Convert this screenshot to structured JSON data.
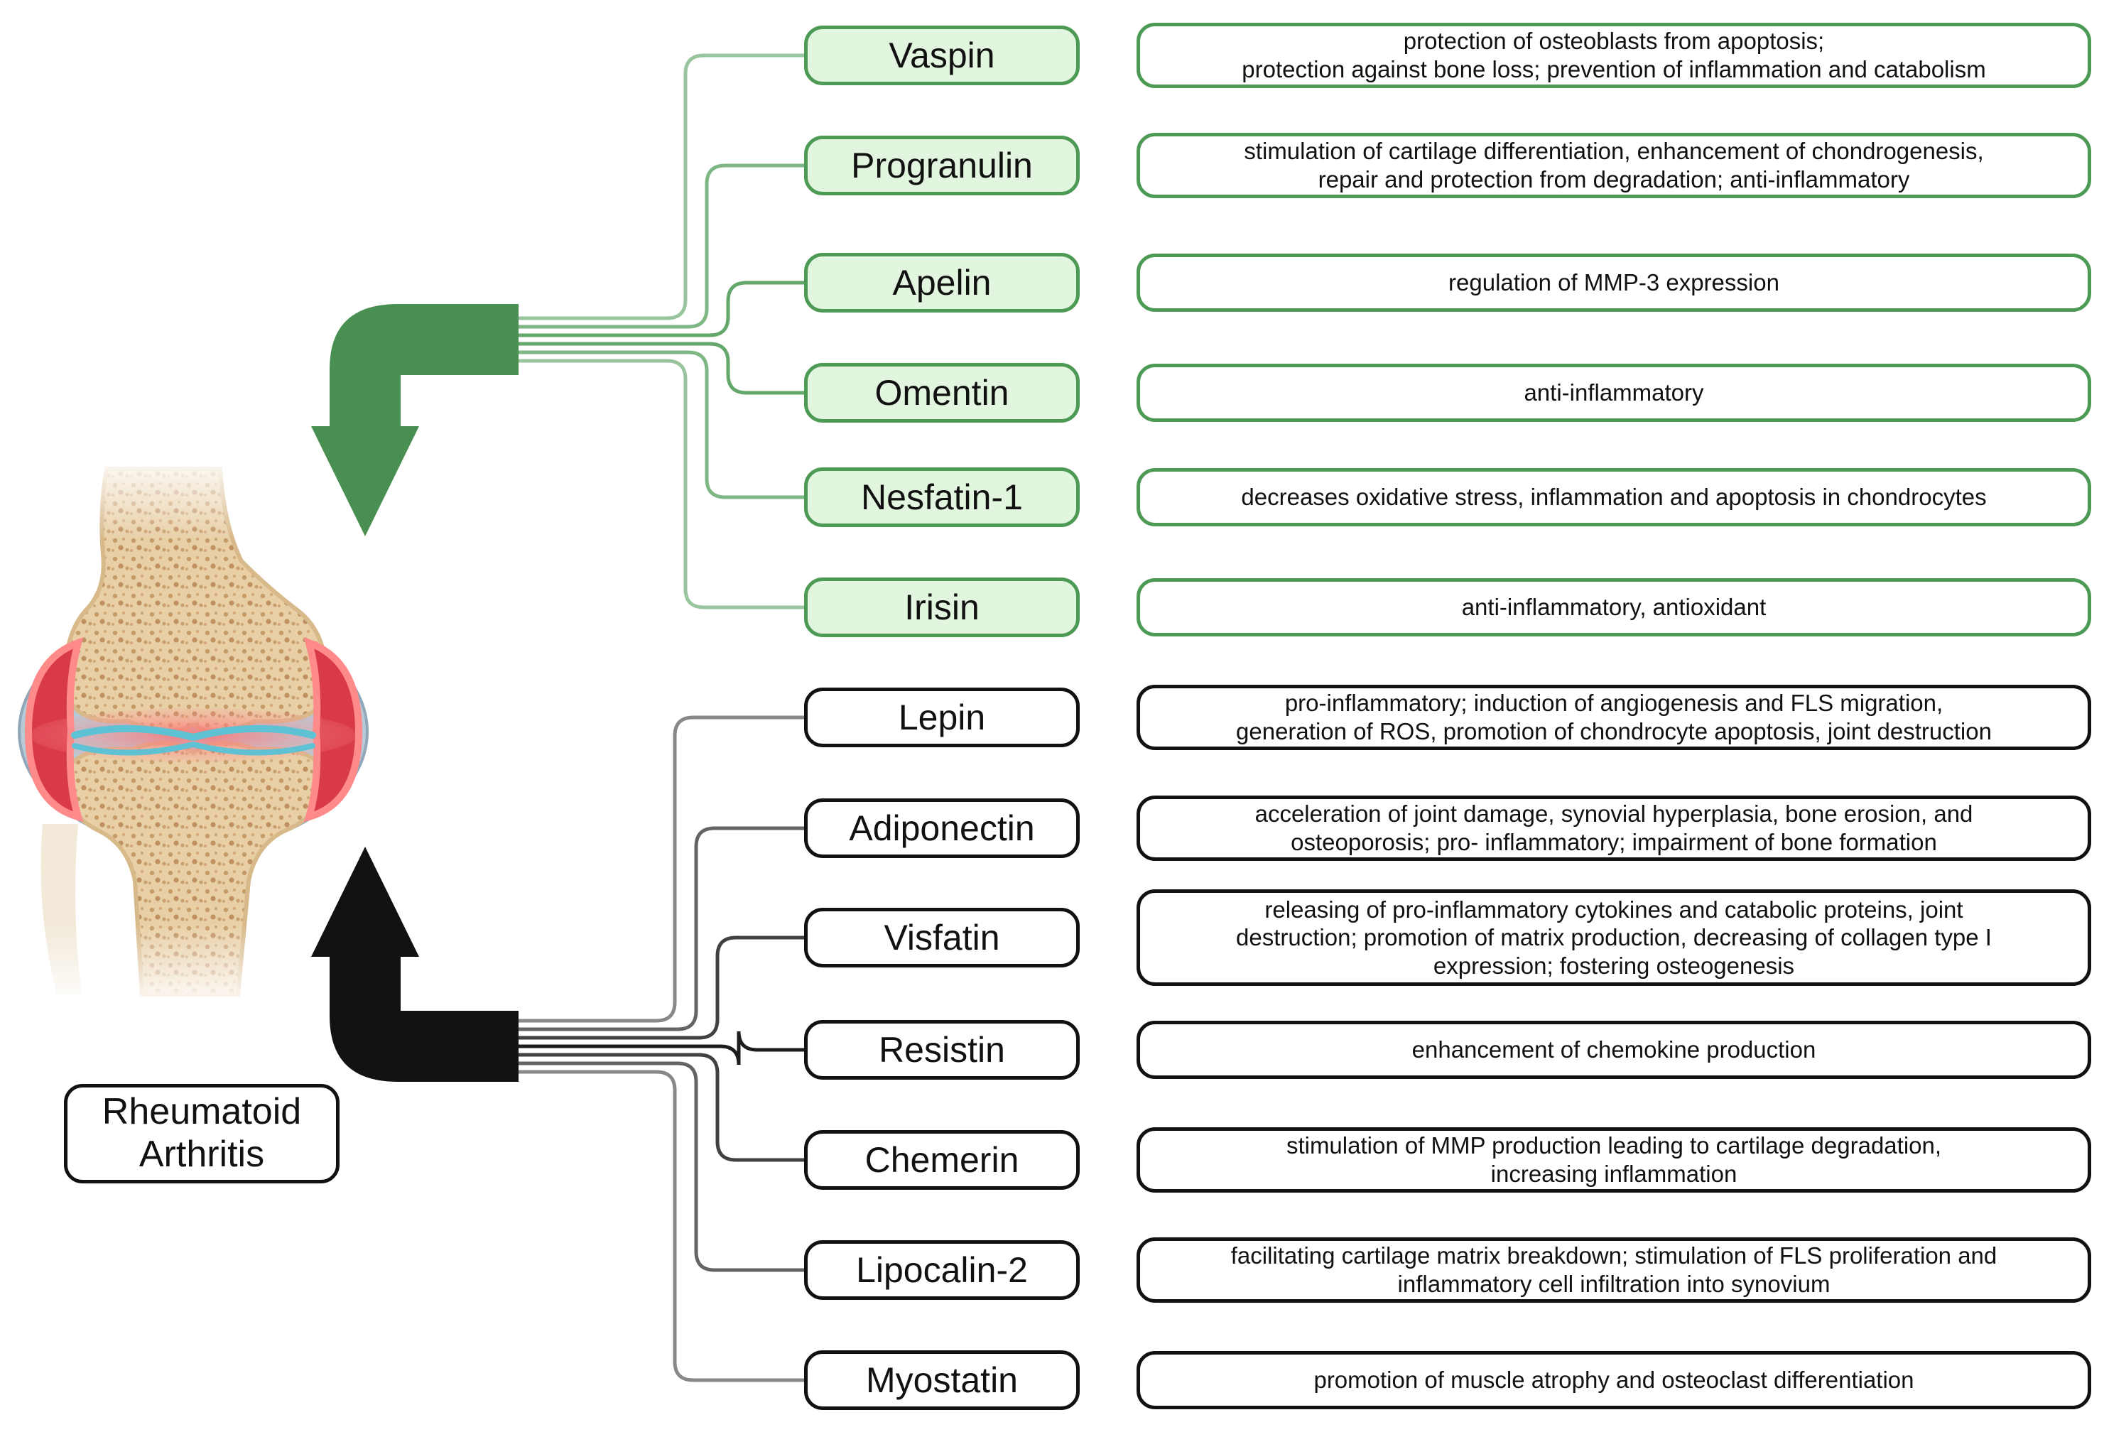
{
  "condition_label": "Rheumatoid Arthritis",
  "colors": {
    "protective": "#4d9a55",
    "protective_fill": "#e2f5df",
    "harmful": "#111111"
  },
  "protective_adipokines": [
    {
      "name": "Vaspin",
      "effect": "protection of osteoblasts from apoptosis;\nprotection against bone loss; prevention of inflammation and catabolism"
    },
    {
      "name": "Progranulin",
      "effect": "stimulation of cartilage differentiation, enhancement of chondrogenesis,\nrepair and protection from degradation; anti-inflammatory"
    },
    {
      "name": "Apelin",
      "effect": "regulation of MMP-3 expression"
    },
    {
      "name": "Omentin",
      "effect": "anti-inflammatory"
    },
    {
      "name": "Nesfatin-1",
      "effect": "decreases oxidative stress, inflammation and apoptosis in chondrocytes"
    },
    {
      "name": "Irisin",
      "effect": "anti-inflammatory, antioxidant"
    }
  ],
  "harmful_adipokines": [
    {
      "name": "Lepin",
      "effect": "pro-inflammatory; induction of angiogenesis and FLS migration,\ngeneration of ROS, promotion of chondrocyte apoptosis, joint destruction"
    },
    {
      "name": "Adiponectin",
      "effect": "acceleration of joint damage, synovial hyperplasia, bone erosion, and\nosteoporosis; pro- inflammatory; impairment of bone formation"
    },
    {
      "name": "Visfatin",
      "effect": "releasing of pro-inflammatory cytokines and catabolic proteins, joint\ndestruction; promotion of matrix production, decreasing of collagen type I\nexpression; fostering osteogenesis"
    },
    {
      "name": "Resistin",
      "effect": "enhancement of chemokine production"
    },
    {
      "name": "Chemerin",
      "effect": "stimulation of MMP production leading to cartilage degradation,\nincreasing inflammation"
    },
    {
      "name": "Lipocalin-2",
      "effect": "facilitating cartilage matrix breakdown; stimulation of FLS proliferation and\ninflammatory cell infiltration into synovium"
    },
    {
      "name": "Myostatin",
      "effect": "promotion of muscle atrophy and osteoclast differentiation"
    }
  ]
}
